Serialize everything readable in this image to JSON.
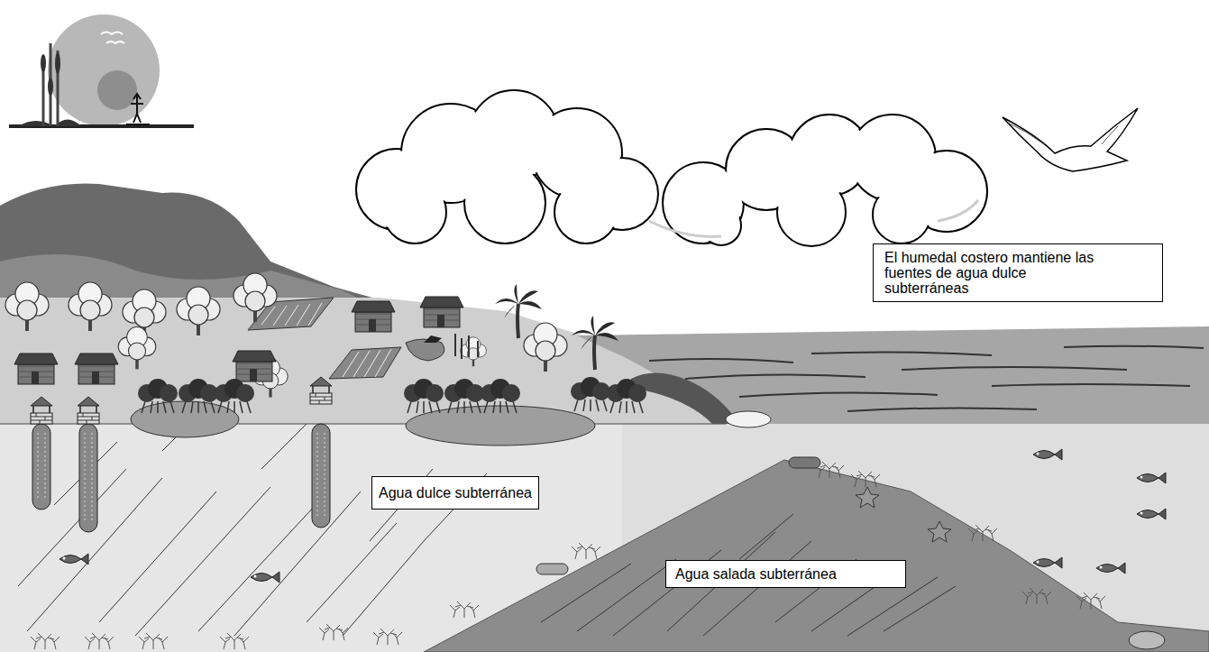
{
  "diagram": {
    "nodes": [
      {
        "text": [
          "El humedal costero mantiene las fuentes de agua dulce subterráneas"
        ]
      },
      {
        "text": [
          "Agua dulce subterránea"
        ]
      },
      {
        "text": [
          "Agua salada subterránea"
        ]
      }
    ]
  }
}
